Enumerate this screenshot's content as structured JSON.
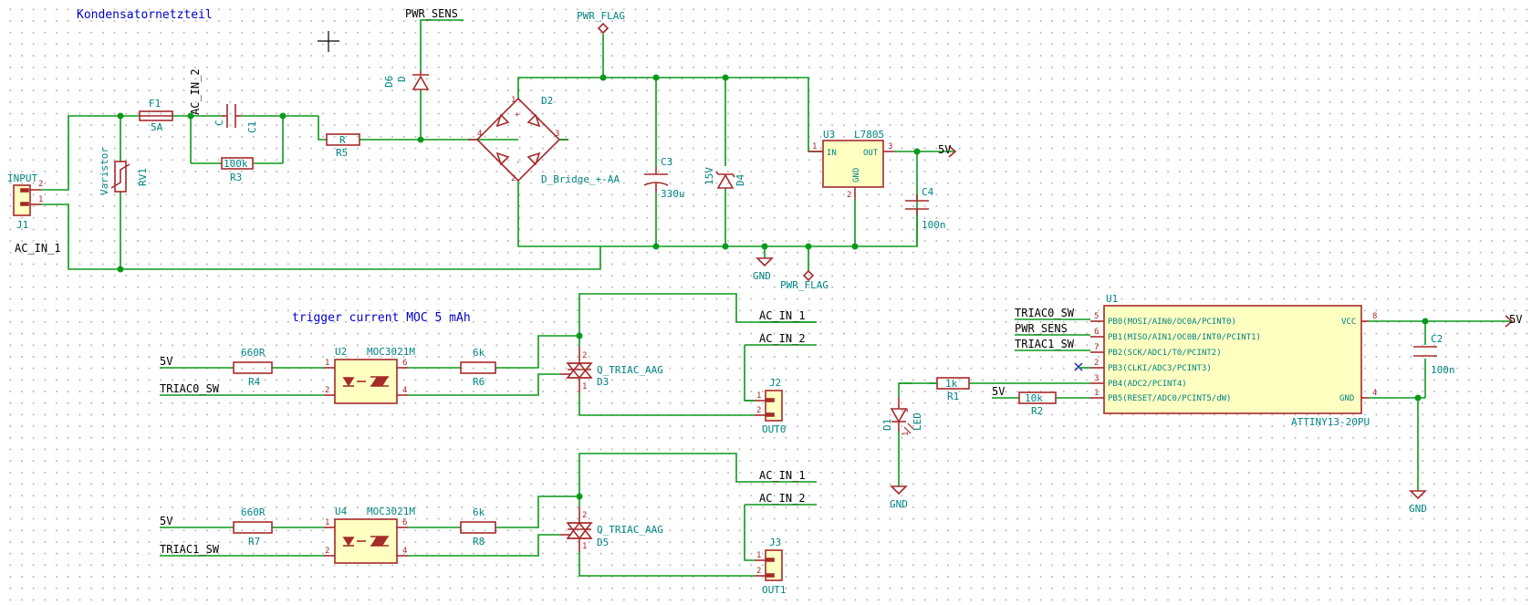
{
  "notes": {
    "title": "Kondensatornetzteil",
    "trigger": "trigger current MOC 5 mAh"
  },
  "power_labels": {
    "pwr_sens_top": "PWR_SENS",
    "pwr_flag_top": "PWR_FLAG",
    "pwr_flag_bottom": "PWR_FLAG",
    "gnd_reg": "GND",
    "gnd_led": "GND",
    "gnd_mcu": "GND",
    "v5_reg": "5V",
    "v5_mcu": "5V"
  },
  "net_labels": {
    "ac_in_1_left": "AC_IN_1",
    "ac_in_2_top": "AC_IN_2",
    "ac_in_1_j2": "AC_IN_1",
    "ac_in_2_j2": "AC_IN_2",
    "ac_in_1_j3": "AC_IN_1",
    "ac_in_2_j3": "AC_IN_2",
    "v5_u2": "5V",
    "v5_u4": "5V",
    "triac0_u2": "TRIAC0_SW",
    "triac1_u4": "TRIAC1_SW",
    "triac0_u1": "TRIAC0_SW",
    "pwr_sens_u1": "PWR_SENS",
    "triac1_u1": "TRIAC1_SW",
    "v5_r2": "5V"
  },
  "components": {
    "j1": {
      "ref": "J1",
      "value": "INPUT",
      "pin1": "1",
      "pin2": "2"
    },
    "f1": {
      "ref": "F1",
      "value": "5A"
    },
    "rv1": {
      "ref": "RV1",
      "value": "Varistor"
    },
    "c1": {
      "ref": "C1",
      "value": "C"
    },
    "r3": {
      "ref": "R3",
      "value": "100k"
    },
    "r5": {
      "ref": "R5",
      "value": "R"
    },
    "d6": {
      "ref": "D6",
      "value": "D"
    },
    "d2": {
      "ref": "D2",
      "value": "D_Bridge_+-AA",
      "pins": [
        "1",
        "2",
        "3",
        "4"
      ],
      "plus": "+",
      "minus": "-"
    },
    "c3": {
      "ref": "C3",
      "value": "330u"
    },
    "d4": {
      "ref": "D4",
      "value": "15V"
    },
    "u3": {
      "ref": "U3",
      "value": "L7805",
      "in": "IN",
      "out": "OUT",
      "gnd": "GND",
      "pin1": "1",
      "pin2": "2",
      "pin3": "3"
    },
    "c4": {
      "ref": "C4",
      "value": "100n"
    },
    "r4": {
      "ref": "R4",
      "value": "660R"
    },
    "u2": {
      "ref": "U2",
      "value": "MOC3021M",
      "pins": [
        "1",
        "2",
        "6",
        "4"
      ]
    },
    "r6": {
      "ref": "R6",
      "value": "6k"
    },
    "d3": {
      "ref": "D3",
      "value": "Q_TRIAC_AAG",
      "pin1": "1",
      "pin2": "2"
    },
    "j2": {
      "ref": "J2",
      "value": "OUT0",
      "pin1": "1",
      "pin2": "2"
    },
    "r7": {
      "ref": "R7",
      "value": "660R"
    },
    "u4": {
      "ref": "U4",
      "value": "MOC3021M",
      "pins": [
        "1",
        "2",
        "6",
        "4"
      ]
    },
    "r8": {
      "ref": "R8",
      "value": "6k"
    },
    "d5": {
      "ref": "D5",
      "value": "Q_TRIAC_AAG",
      "pin1": "1",
      "pin2": "2"
    },
    "j3": {
      "ref": "J3",
      "value": "OUT1",
      "pin1": "1",
      "pin2": "2"
    },
    "u1": {
      "ref": "U1",
      "value": "ATTINY13-20PU",
      "pins_left": [
        {
          "num": "5",
          "name": "PB0(MOSI/AIN0/OC0A/PCINT0)"
        },
        {
          "num": "6",
          "name": "PB1(MISO/AIN1/OC0B/INT0/PCINT1)"
        },
        {
          "num": "7",
          "name": "PB2(SCK/ADC1/T0/PCINT2)"
        },
        {
          "num": "2",
          "name": "PB3(CLKI/ADC3/PCINT3)"
        },
        {
          "num": "3",
          "name": "PB4(ADC2/PCINT4)"
        },
        {
          "num": "1",
          "name": "PB5(RESET/ADC0/PCINT5/dW)"
        }
      ],
      "vcc": "VCC",
      "gnd": "GND",
      "vcc_pin": "8",
      "gnd_pin": "4"
    },
    "r1": {
      "ref": "R1",
      "value": "1k"
    },
    "r2": {
      "ref": "R2",
      "value": "10k"
    },
    "d1": {
      "ref": "D1",
      "value": "LED",
      "pin1": "1",
      "pin2": "2"
    },
    "c2": {
      "ref": "C2",
      "value": "100n"
    }
  },
  "colors": {
    "wire": "#0a9a1a",
    "symbol": "#a62a2a",
    "symbol_fill": "#ffffc2",
    "ref_text": "#008484",
    "note_text": "#0000c8"
  }
}
